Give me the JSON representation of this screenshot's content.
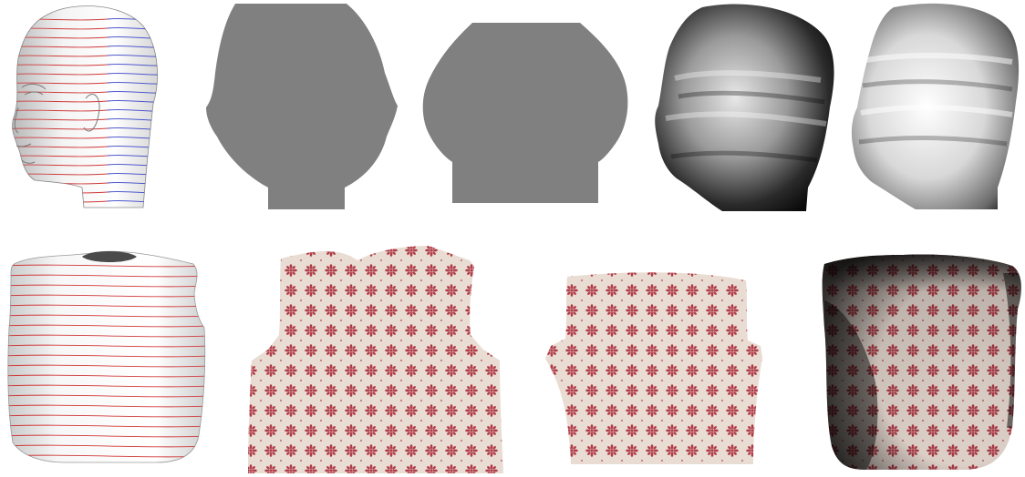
{
  "figure": {
    "rows": [
      {
        "name": "head",
        "panels": [
          "head-mesh-striped",
          "head-front-pattern",
          "head-back-pattern",
          "head-deformed-left",
          "head-deformed-right"
        ]
      },
      {
        "name": "torso",
        "panels": [
          "torso-mesh-striped",
          "torso-front-pattern",
          "torso-back-pattern",
          "torso-textured-3d"
        ]
      }
    ],
    "colors": {
      "background": "#ffffff",
      "mesh_surface": "#e6e6e6",
      "stripe_red": "#d03a3a",
      "stripe_blue": "#3a44c8",
      "flat_pattern_fill": "#808080",
      "fabric_base": "#e9dcd3",
      "fabric_motif": "#b03c48"
    },
    "icons": [
      "fabric-flower-motif"
    ]
  }
}
